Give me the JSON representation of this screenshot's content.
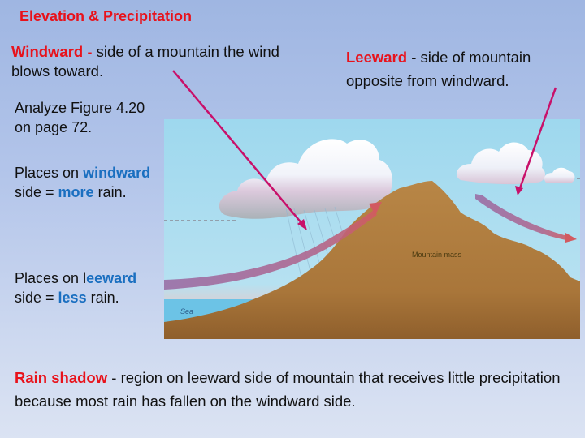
{
  "slide": {
    "title": "Elevation & Precipitation",
    "windward_definition": {
      "term": "Windward",
      "separator": " - ",
      "text": "side of a mountain the wind blows toward."
    },
    "leeward_definition": {
      "term": "Leeward",
      "separator": " - ",
      "text": "side of mountain opposite from windward."
    },
    "analyze": "Analyze Figure 4.20 on page 72.",
    "windward_places": {
      "prefix": "Places on ",
      "highlight": "windward",
      "middle": " side = ",
      "highlight2": "more",
      "suffix": " rain."
    },
    "leeward_places": {
      "prefix": "Places on ",
      "highlight_l": "l",
      "highlight": "eeward",
      "middle": " side = ",
      "highlight2": "less",
      "suffix": " rain."
    },
    "rain_shadow": {
      "term": "Rain shadow",
      "separator": " - ",
      "text": "region on leeward side of mountain that receives little precipitation because most rain has fallen on the windward side."
    }
  },
  "figure": {
    "labels": {
      "mountain": "Mountain mass",
      "sea": "Sea"
    }
  },
  "colors": {
    "accent_red": "#e8121b",
    "accent_blue": "#1a6fc0",
    "pointer_magenta": "#c8106a",
    "mountain_brown": "#a9763a",
    "sky_blue": "#a9dcef",
    "sea_blue": "#6cc3e6",
    "airflow_purple": "#9a6ea6"
  }
}
